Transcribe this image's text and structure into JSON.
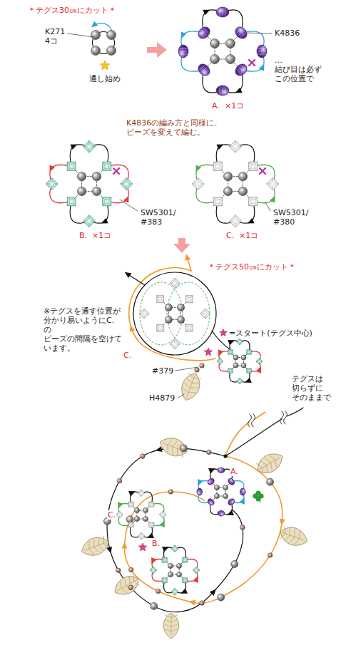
{
  "diagram": {
    "labels": [
      "＊テグス30㎝にカット＊",
      "K271 4コ",
      "通し始め",
      "K4836",
      "…結び目は必ず この位置で",
      "A.",
      "×1コ",
      "K4836の編み方と同様に、 ビーズを変えて編む。",
      "SW5301/ #383",
      "B.",
      "×1コ",
      "SW5301/ #380",
      "C.",
      "×1コ",
      "＊テグス50㎝にカット＊",
      "※テグスを通す位置が 分かり易いようにC.の ビーズの間隔を空けて います。",
      "=スタート(テグス中心)",
      "C.",
      "#379",
      "H4879",
      "テグスは 切らずに そのままで",
      "A.",
      "B.",
      "C."
    ]
  }
}
